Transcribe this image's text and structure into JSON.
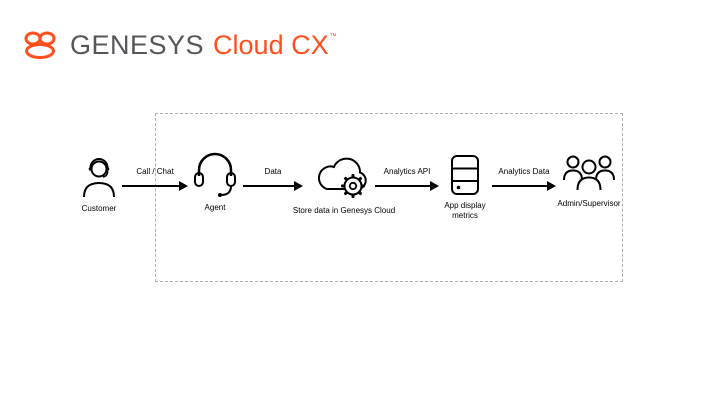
{
  "header": {
    "brand": "GENESYS",
    "product": "Cloud CX",
    "trademark": "™"
  },
  "colors": {
    "brand_orange": "#FF4F1F",
    "brand_gray": "#54565A",
    "diagram_ink": "#000000",
    "boundary_dash": "#ADADAD",
    "background": "#FFFFFF"
  },
  "diagram": {
    "nodes": [
      {
        "id": "customer",
        "label": "Customer",
        "icon": "customer-icon"
      },
      {
        "id": "agent",
        "label": "Agent",
        "icon": "agent-headset-icon"
      },
      {
        "id": "store-data",
        "label": "Store data in Genesys Cloud",
        "icon": "cloud-gear-icon"
      },
      {
        "id": "app-display-metrics",
        "label": "App display metrics",
        "icon": "server-icon"
      },
      {
        "id": "admin-supervisor",
        "label": "Admin/Supervisor",
        "icon": "people-group-icon"
      }
    ],
    "arrows": [
      {
        "id": "call-chat",
        "label": "Call / Chat"
      },
      {
        "id": "data",
        "label": "Data"
      },
      {
        "id": "analytics-api",
        "label": "Analytics API"
      },
      {
        "id": "analytics-data",
        "label": "Analytics Data"
      }
    ]
  }
}
